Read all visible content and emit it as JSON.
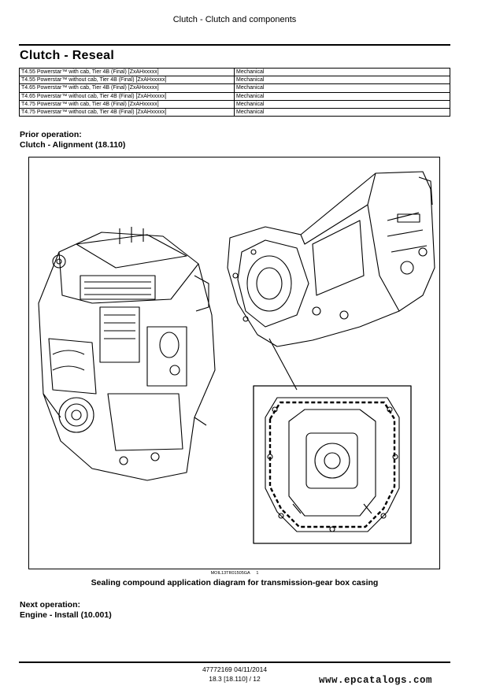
{
  "header": {
    "title": "Clutch - Clutch and components"
  },
  "section": {
    "title": "Clutch - Reseal"
  },
  "models": [
    {
      "model": "T4.55 Powerstar™ with cab, Tier 4B (Final) [ZxAHxxxxx]",
      "type": "Mechanical"
    },
    {
      "model": "T4.55 Powerstar™ without cab, Tier 4B (Final) [ZxAHxxxxx]",
      "type": "Mechanical"
    },
    {
      "model": "T4.65 Powerstar™ with cab, Tier 4B (Final) [ZxAHxxxxx]",
      "type": "Mechanical"
    },
    {
      "model": "T4.65 Powerstar™ without cab, Tier 4B (Final) [ZxAHxxxxx]",
      "type": "Mechanical"
    },
    {
      "model": "T4.75 Powerstar™ with cab, Tier 4B (Final) [ZxAHxxxxx]",
      "type": "Mechanical"
    },
    {
      "model": "T4.75 Powerstar™ without cab, Tier 4B (Final) [ZxAHxxxxx]",
      "type": "Mechanical"
    }
  ],
  "prior": {
    "label": "Prior operation:",
    "value": "Clutch - Alignment (18.110)"
  },
  "figure": {
    "id": "MOIL13TR01505GA",
    "number": "1"
  },
  "caption": "Sealing compound application diagram for transmission-gear box casing",
  "next": {
    "label": "Next operation:",
    "value": "Engine - Install (10.001)"
  },
  "footer": {
    "doc": "47772169 04/11/2014",
    "page": "18.3 [18.110] / 12"
  },
  "watermark": "www.epcatalogs.com"
}
